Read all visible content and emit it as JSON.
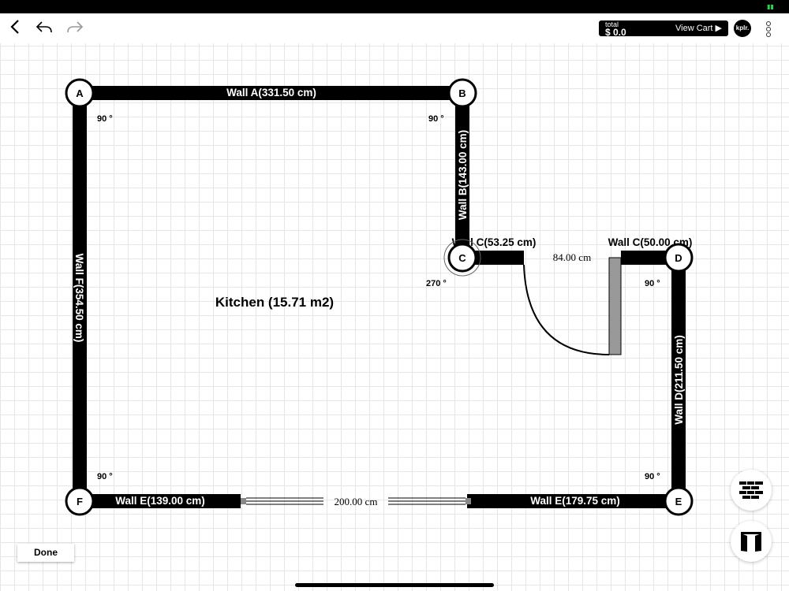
{
  "toolbar": {
    "back_icon": "chevron-left-icon",
    "undo_icon": "undo-icon",
    "redo_icon": "redo-icon",
    "cart": {
      "total_label": "total",
      "total_value": "$ 0.0",
      "view_cart_label": "View Cart ▶"
    },
    "logo_text": "kplr.",
    "more_icon": "vertical-ellipsis-icon"
  },
  "plan": {
    "room_label": "Kitchen (15.71 m2)",
    "corners": [
      "A",
      "B",
      "C",
      "D",
      "E",
      "F"
    ],
    "angles": {
      "A": "90 °",
      "B": "90 °",
      "C": "270 °",
      "D": "90 °",
      "E": "90 °",
      "F": "90 °"
    },
    "walls": {
      "a": "Wall A(331.50 cm)",
      "b": "Wall B(143.00 cm)",
      "c1": "Wall C(53.25 cm)",
      "c2": "Wall C(50.00 cm)",
      "d": "Wall D(211.50 cm)",
      "e1": "Wall E(139.00 cm)",
      "e2": "Wall E(179.75 cm)",
      "f": "Wall F(354.50 cm)"
    },
    "door_width": "84.00 cm",
    "window_width": "200.00 cm"
  },
  "tools": {
    "wall_icon": "brick-wall-icon",
    "door_icon": "door-icon"
  },
  "done_label": "Done"
}
